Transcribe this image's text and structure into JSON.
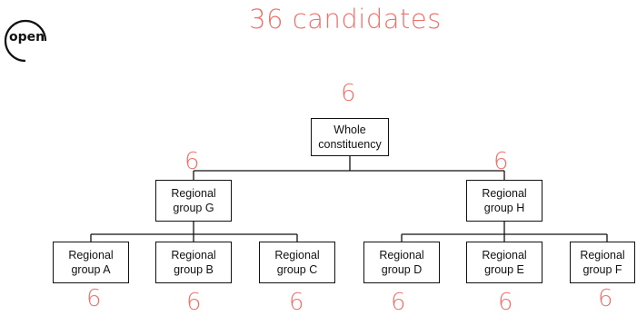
{
  "title": "36 candidates",
  "logo": {
    "text": "open"
  },
  "root": {
    "line1": "Whole",
    "line2": "constituency",
    "count": "6"
  },
  "groups": [
    {
      "line1": "Regional",
      "line2": "group G",
      "count": "6"
    },
    {
      "line1": "Regional",
      "line2": "group H",
      "count": "6"
    }
  ],
  "leaves": [
    {
      "line1": "Regional",
      "line2": "group A",
      "count": "6"
    },
    {
      "line1": "Regional",
      "line2": "group B",
      "count": "6"
    },
    {
      "line1": "Regional",
      "line2": "group C",
      "count": "6"
    },
    {
      "line1": "Regional",
      "line2": "group D",
      "count": "6"
    },
    {
      "line1": "Regional",
      "line2": "group E",
      "count": "6"
    },
    {
      "line1": "Regional",
      "line2": "group F",
      "count": "6"
    }
  ],
  "colors": {
    "accent": "#f0706a",
    "line": "#111111"
  }
}
